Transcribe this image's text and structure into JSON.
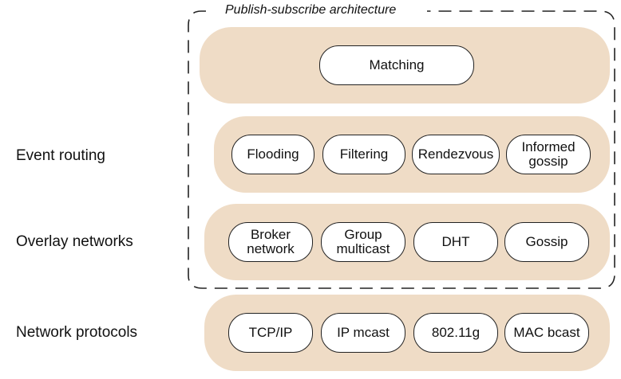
{
  "architecture_title": "Publish-subscribe architecture",
  "layers": {
    "matching": {
      "items": [
        "Matching"
      ]
    },
    "event_routing": {
      "label": "Event routing",
      "items": [
        "Flooding",
        "Filtering",
        "Rendezvous",
        "Informed\ngossip"
      ]
    },
    "overlay_networks": {
      "label": "Overlay networks",
      "items": [
        "Broker\nnetwork",
        "Group\nmulticast",
        "DHT",
        "Gossip"
      ]
    },
    "network_protocols": {
      "label": "Network protocols",
      "items": [
        "TCP/IP",
        "IP mcast",
        "802.11g",
        "MAC bcast"
      ]
    }
  },
  "colors": {
    "layer_fill": "#efdcc6",
    "pill_fill": "#ffffff",
    "stroke": "#222222"
  }
}
